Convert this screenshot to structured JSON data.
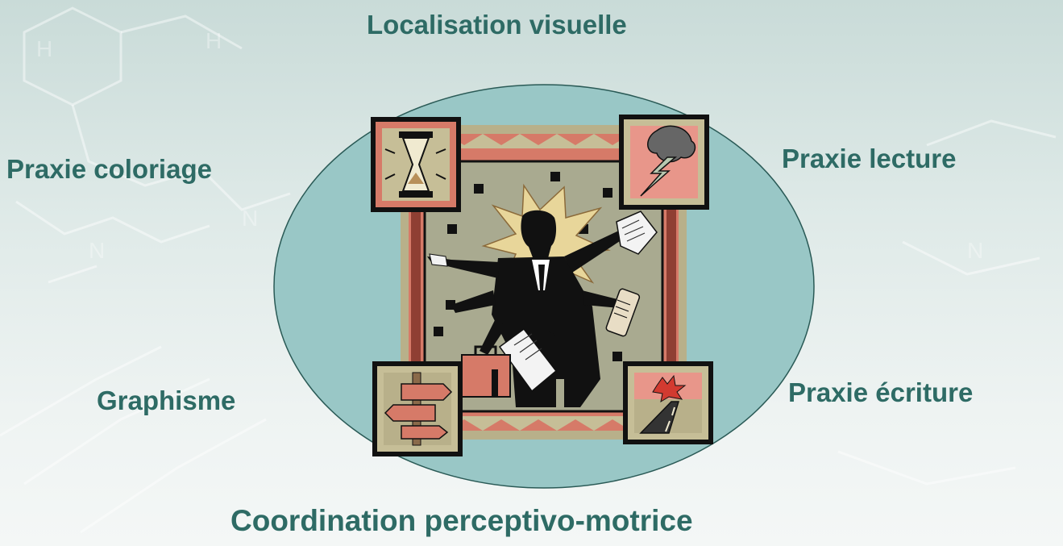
{
  "diagram": {
    "center_image": "multitasking-businessman-clipart",
    "labels": {
      "top": "Localisation visuelle",
      "left": "Praxie coloriage",
      "right": "Praxie lecture",
      "bottom_left": "Graphisme",
      "bottom_right": "Praxie écriture",
      "bottom": "Coordination perceptivo-motrice"
    },
    "colors": {
      "text": "#2e6b65",
      "ellipse_fill": "#99c7c6",
      "ellipse_stroke": "#2a5a56",
      "frame_salmon": "#d67a68",
      "frame_green": "#b8b08a",
      "frame_inner": "#a9aa90",
      "black": "#111111"
    },
    "corner_icons": [
      "hourglass-icon",
      "storm-cloud-icon",
      "signpost-icon",
      "road-icon"
    ]
  }
}
